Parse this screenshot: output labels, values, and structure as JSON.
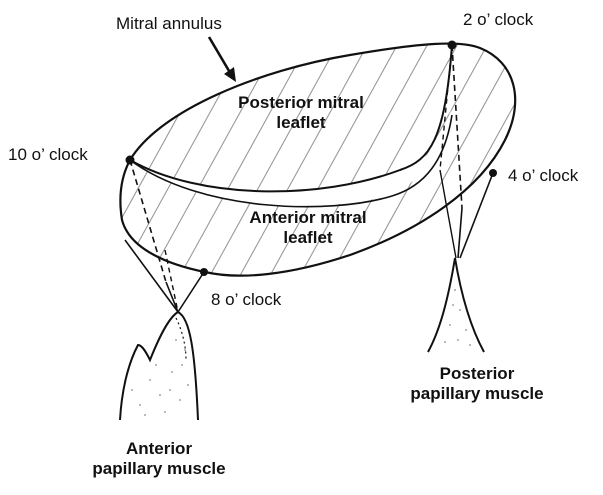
{
  "labels": {
    "mitral_annulus": "Mitral annulus",
    "two_oclock": "2 o’ clock",
    "ten_oclock": "10 o’ clock",
    "four_oclock": "4 o’ clock",
    "eight_oclock": "8 o’ clock",
    "posterior_leaflet": [
      "Posterior mitral",
      "leaflet"
    ],
    "anterior_leaflet": [
      "Anterior mitral",
      "leaflet"
    ],
    "posterior_papillary": [
      "Posterior",
      "papillary muscle"
    ],
    "anterior_papillary": [
      "Anterior",
      "papillary muscle"
    ]
  },
  "colors": {
    "ink": "#111111",
    "background": "#ffffff",
    "hatch": "#9a9a9a",
    "stipple": "#8a8a8a"
  }
}
